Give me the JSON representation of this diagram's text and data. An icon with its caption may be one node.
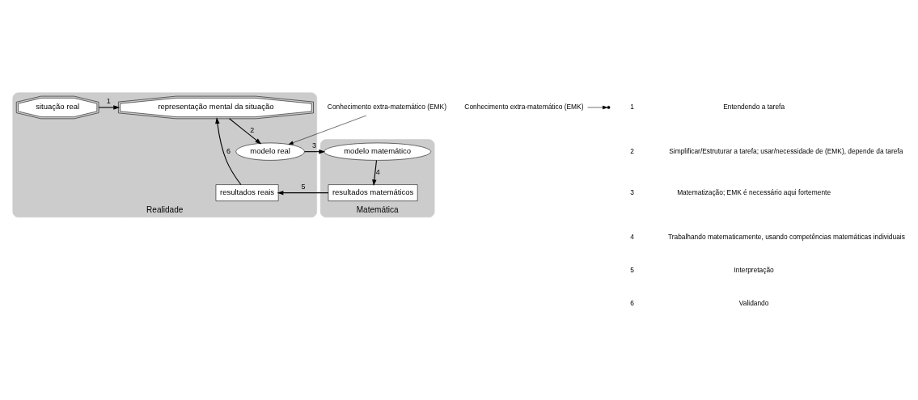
{
  "diagram": {
    "nodes": [
      {
        "text": [
          "Realidade"
        ]
      },
      {
        "text": [
          "Matemática"
        ]
      },
      {
        "text": [
          "situação real"
        ],
        "in": 0
      },
      {
        "text": [
          "representação mental da situação"
        ],
        "in": 0
      },
      {
        "text": [
          "modelo real"
        ],
        "in": 0
      },
      {
        "text": [
          "resultados reais"
        ],
        "in": 0
      },
      {
        "text": [
          "modelo matemático"
        ],
        "in": 1
      },
      {
        "text": [
          "resultados matemáticos"
        ],
        "in": 1
      },
      {
        "text": [
          "Conhecimento extra-matemático (EMK)"
        ]
      },
      {
        "text": [
          "Conhecimento extra-matemático (EMK)"
        ]
      }
    ],
    "edges": [
      {
        "from": 2,
        "to": 3,
        "arrow": "to",
        "label": "1"
      },
      {
        "from": 3,
        "to": 4,
        "arrow": "to",
        "label": "2"
      },
      {
        "from": 4,
        "to": 6,
        "arrow": "to",
        "label": "3"
      },
      {
        "from": 6,
        "to": 7,
        "arrow": "to",
        "label": "4"
      },
      {
        "from": 7,
        "to": 5,
        "arrow": "to",
        "label": "5"
      },
      {
        "from": 5,
        "to": 3,
        "arrow": "to",
        "label": "6"
      },
      {
        "from": 8,
        "to": 4,
        "arrow": "to"
      },
      {
        "from": 9,
        "to": null,
        "arrow": "to"
      }
    ],
    "labels": [
      "1",
      "Entendendo a tarefa",
      "2",
      "Simplificar/Estruturar a tarefa; usar/necessidade de (EMK), depende da tarefa",
      "3",
      "Matematização; EMK é necessário aqui fortemente",
      "4",
      "Trabalhando matematicamente, usando competências matemáticas individuais",
      "5",
      "Interpretação",
      "6",
      "Validando"
    ]
  }
}
